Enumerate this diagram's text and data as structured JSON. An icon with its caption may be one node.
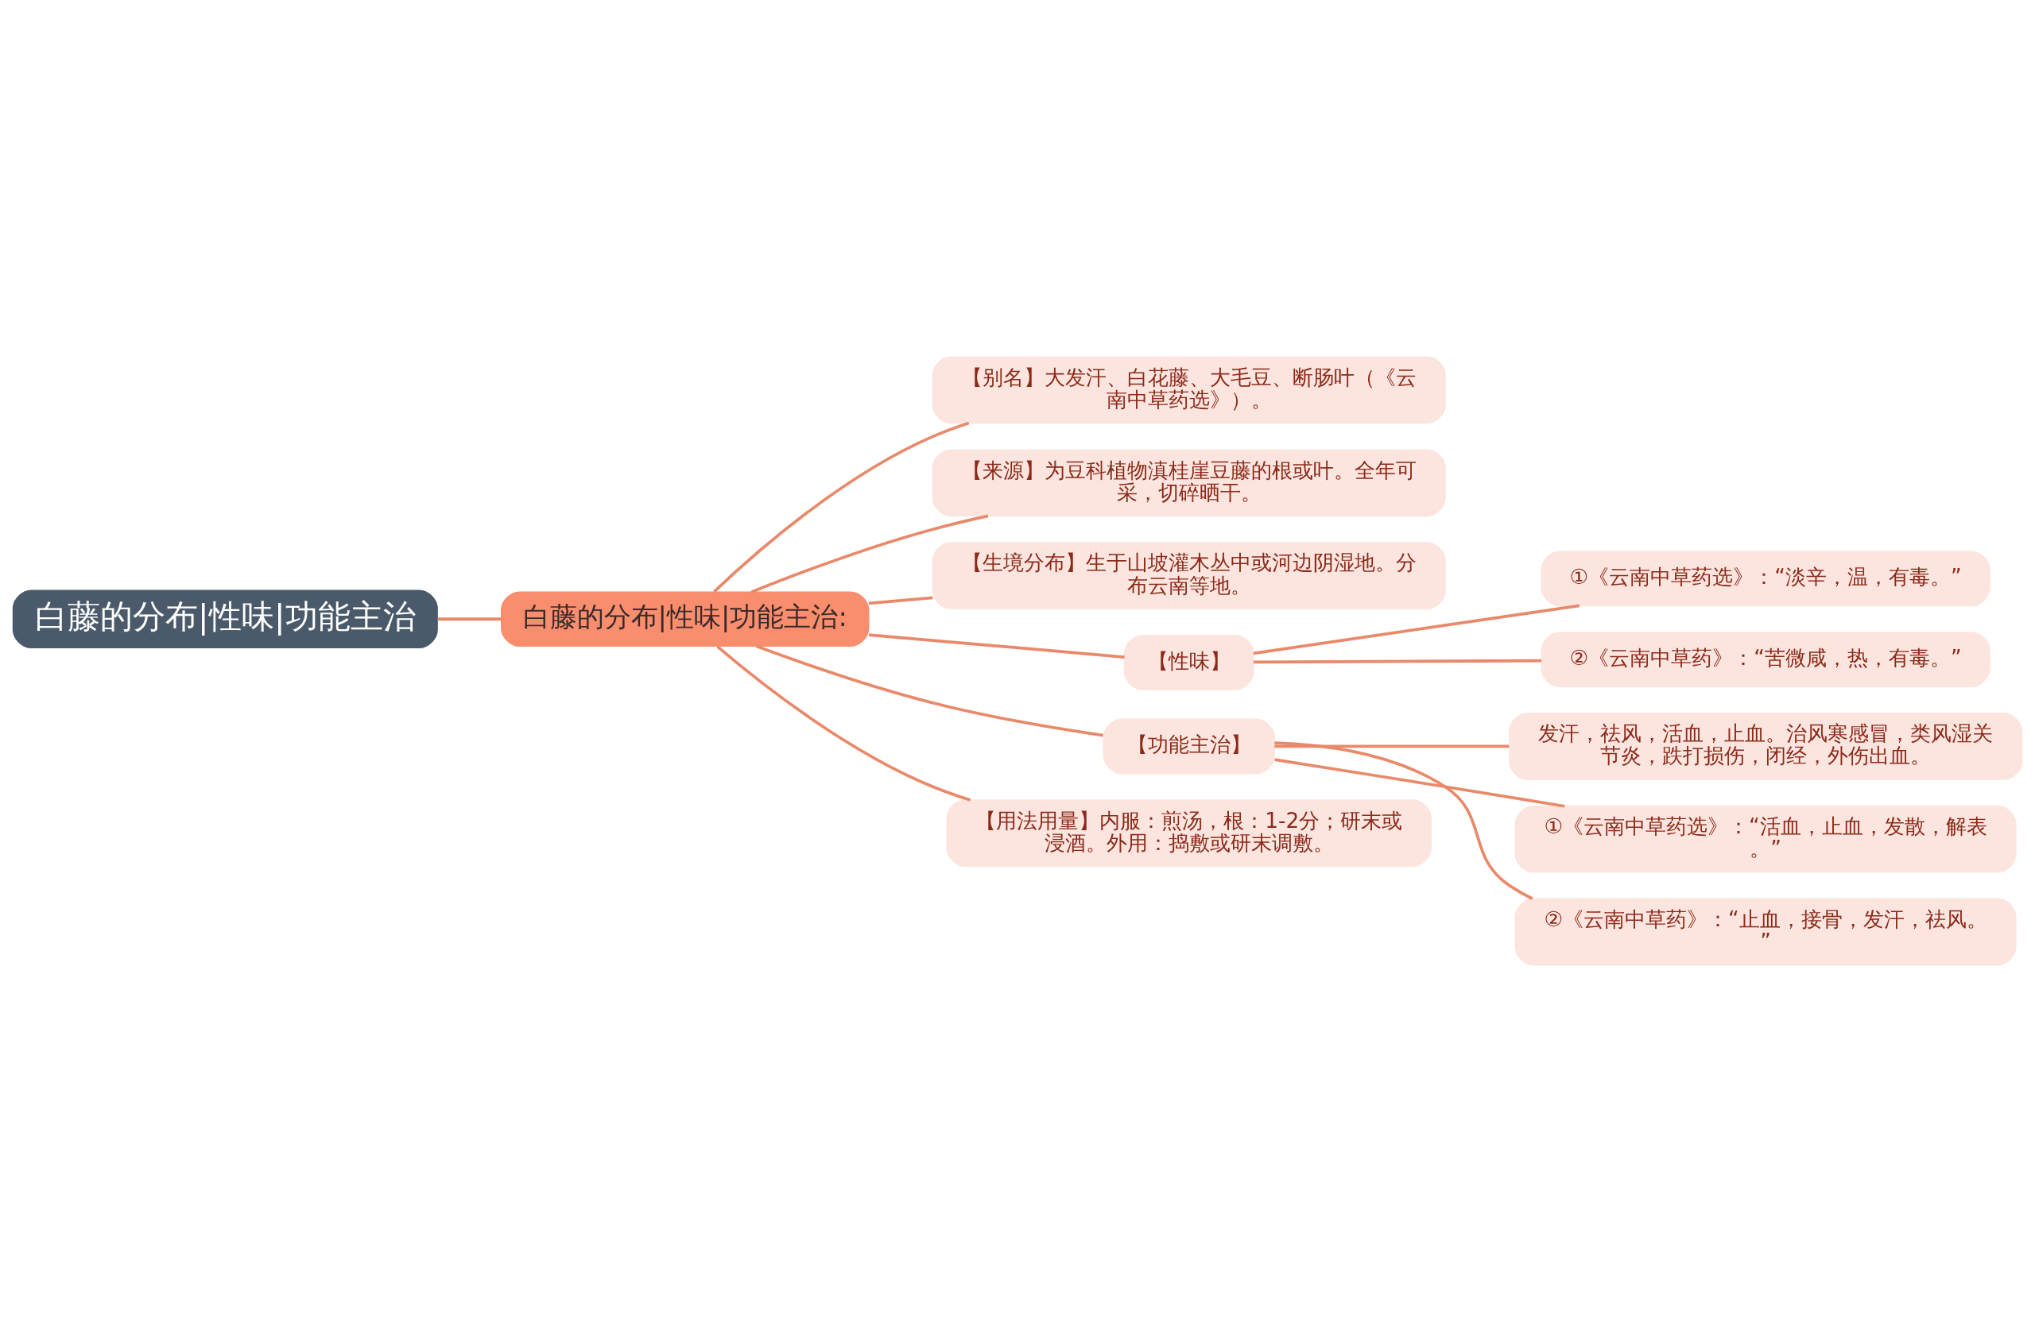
{
  "diagram": {
    "nodes": [
      {
        "text": [
          "白藤的分布|性味|功能主治"
        ]
      },
      {
        "text": [
          "白藤的分布|性味|功能主治:"
        ]
      },
      {
        "text": [
          "【别名】大发汗、白花藤、大毛豆、断肠叶（《云南中草药选》）。"
        ]
      },
      {
        "text": [
          "【来源】为豆科植物滇桂崖豆藤的根或叶。全年可采，切碎晒干。"
        ]
      },
      {
        "text": [
          "【生境分布】生于山坡灌木丛中或河边阴湿地。分布云南等地。"
        ]
      },
      {
        "text": [
          "【性味】"
        ]
      },
      {
        "text": [
          "①《云南中草药选》：“淡辛，温，有毒。”"
        ]
      },
      {
        "text": [
          "②《云南中草药》：“苦微咸，热，有毒。”"
        ]
      },
      {
        "text": [
          "【功能主治】"
        ]
      },
      {
        "text": [
          "发汗，祛风，活血，止血。治风寒感冒，类风湿关节炎，跌打损伤，闭经，外伤出血。"
        ]
      },
      {
        "text": [
          "①《云南中草药选》：“活血，止血，发散，解表。”"
        ]
      },
      {
        "text": [
          "②《云南中草药》：“止血，接骨，发汗，祛风。”"
        ]
      },
      {
        "text": [
          "【用法用量】内服：煎汤，根：1-2分；研末或浸酒。外用：捣敷或研末调敷。"
        ]
      }
    ],
    "edges": [
      {
        "from": 0,
        "to": 1,
        "arrow": "none"
      },
      {
        "from": 1,
        "to": 2,
        "arrow": "none"
      },
      {
        "from": 1,
        "to": 3,
        "arrow": "none"
      },
      {
        "from": 1,
        "to": 4,
        "arrow": "none"
      },
      {
        "from": 1,
        "to": 5,
        "arrow": "none"
      },
      {
        "from": 5,
        "to": 6,
        "arrow": "none"
      },
      {
        "from": 5,
        "to": 7,
        "arrow": "none"
      },
      {
        "from": 1,
        "to": 8,
        "arrow": "none"
      },
      {
        "from": 8,
        "to": 9,
        "arrow": "none"
      },
      {
        "from": 8,
        "to": 10,
        "arrow": "none"
      },
      {
        "from": 8,
        "to": 11,
        "arrow": "none"
      },
      {
        "from": 1,
        "to": 12,
        "arrow": "none"
      }
    ]
  }
}
